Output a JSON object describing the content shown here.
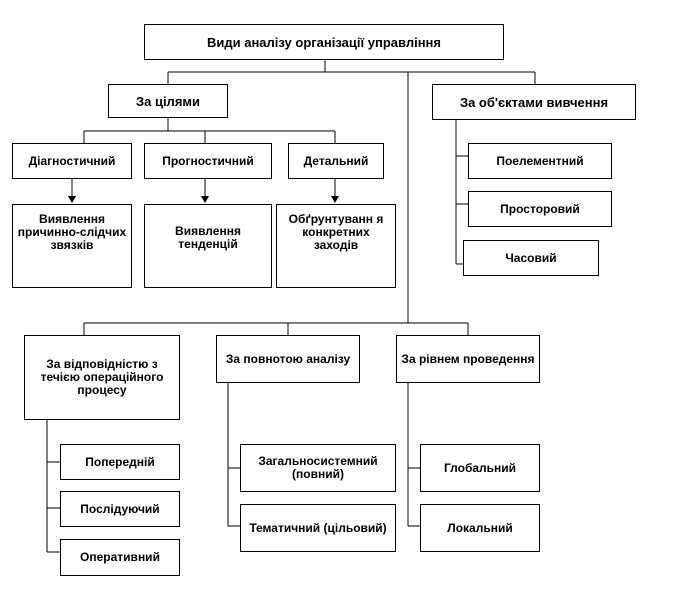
{
  "root": "Види аналізу організації управління",
  "by_goals": {
    "title": "За цілями",
    "types": [
      {
        "label": "Діагностичний",
        "result": "Виявлення причинно-слідчих звязків"
      },
      {
        "label": "Прогностичний",
        "result": "Виявлення тенденцій"
      },
      {
        "label": "Детальний",
        "result": "Обґрунтуванн я конкретних заходів"
      }
    ]
  },
  "by_objects": {
    "title": "За об'єктами вивчення",
    "items": [
      "Поелементний",
      "Просторовий",
      "Часовий"
    ]
  },
  "by_process": {
    "title": "За відповідністю з течією операційного процесу",
    "items": [
      "Попередній",
      "Послідуючий",
      "Оперативний"
    ]
  },
  "by_completeness": {
    "title": "За повнотою аналізу",
    "items": [
      "Загальносистемний (повний)",
      "Тематичний (цільовий)"
    ]
  },
  "by_level": {
    "title": "За рівнем проведення",
    "items": [
      "Глобальний",
      "Локальний"
    ]
  }
}
